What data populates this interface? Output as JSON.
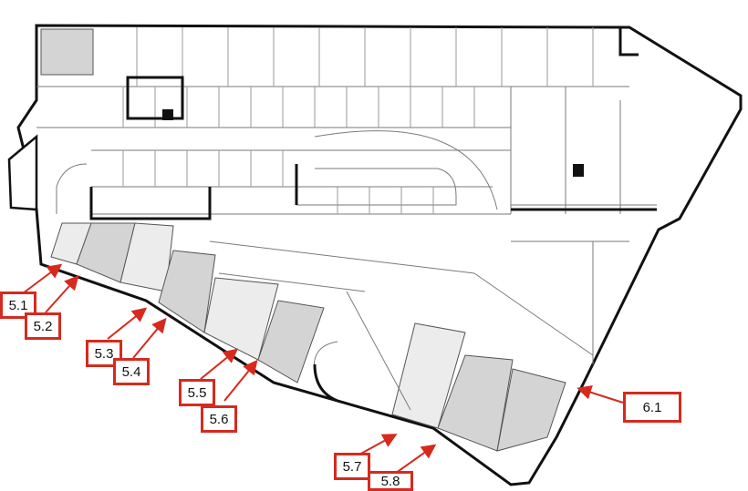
{
  "floor_plan": {
    "unit_codes": [
      "5.1",
      "5.2",
      "5.3",
      "5.4",
      "5.5",
      "5.6",
      "5.7",
      "5.8",
      "6.1"
    ],
    "colors": {
      "callout": "#d62a1e",
      "wall": "#111111",
      "unit_fill": "#d4d4d4",
      "line": "#7a7a7a"
    }
  },
  "labels": {
    "l51": "5.1",
    "l52": "5.2",
    "l53": "5.3",
    "l54": "5.4",
    "l55": "5.5",
    "l56": "5.6",
    "l57": "5.7",
    "l58": "5.8",
    "l61": "6.1"
  }
}
